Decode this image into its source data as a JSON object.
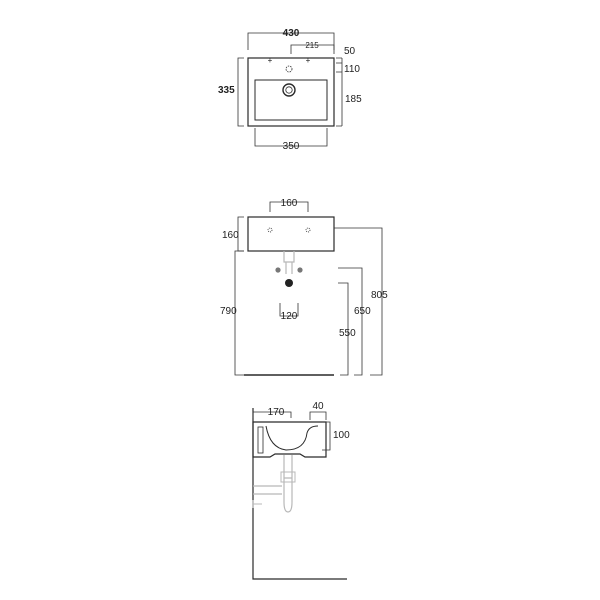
{
  "colors": {
    "line": "#2a2a2a",
    "dim": "#333333",
    "fitting": "#b8b8b8",
    "text": "#222222",
    "background": "#ffffff"
  },
  "top_view": {
    "overall_width": "430",
    "tap_spacing": "215",
    "rear_rim": "50",
    "waste_from_rear": "110",
    "depth": "335",
    "front_to_waste": "185",
    "bowl_width": "350"
  },
  "front_view": {
    "tap_spacing": "160",
    "basin_height": "160",
    "total_height": "790",
    "waste_pipe_spacing": "120",
    "rim_height": "805",
    "basin_underside_height": "650",
    "waste_outlet_height": "550"
  },
  "side_view": {
    "projection": "170",
    "rear_rim_depth": "40",
    "bowl_depth": "100"
  }
}
